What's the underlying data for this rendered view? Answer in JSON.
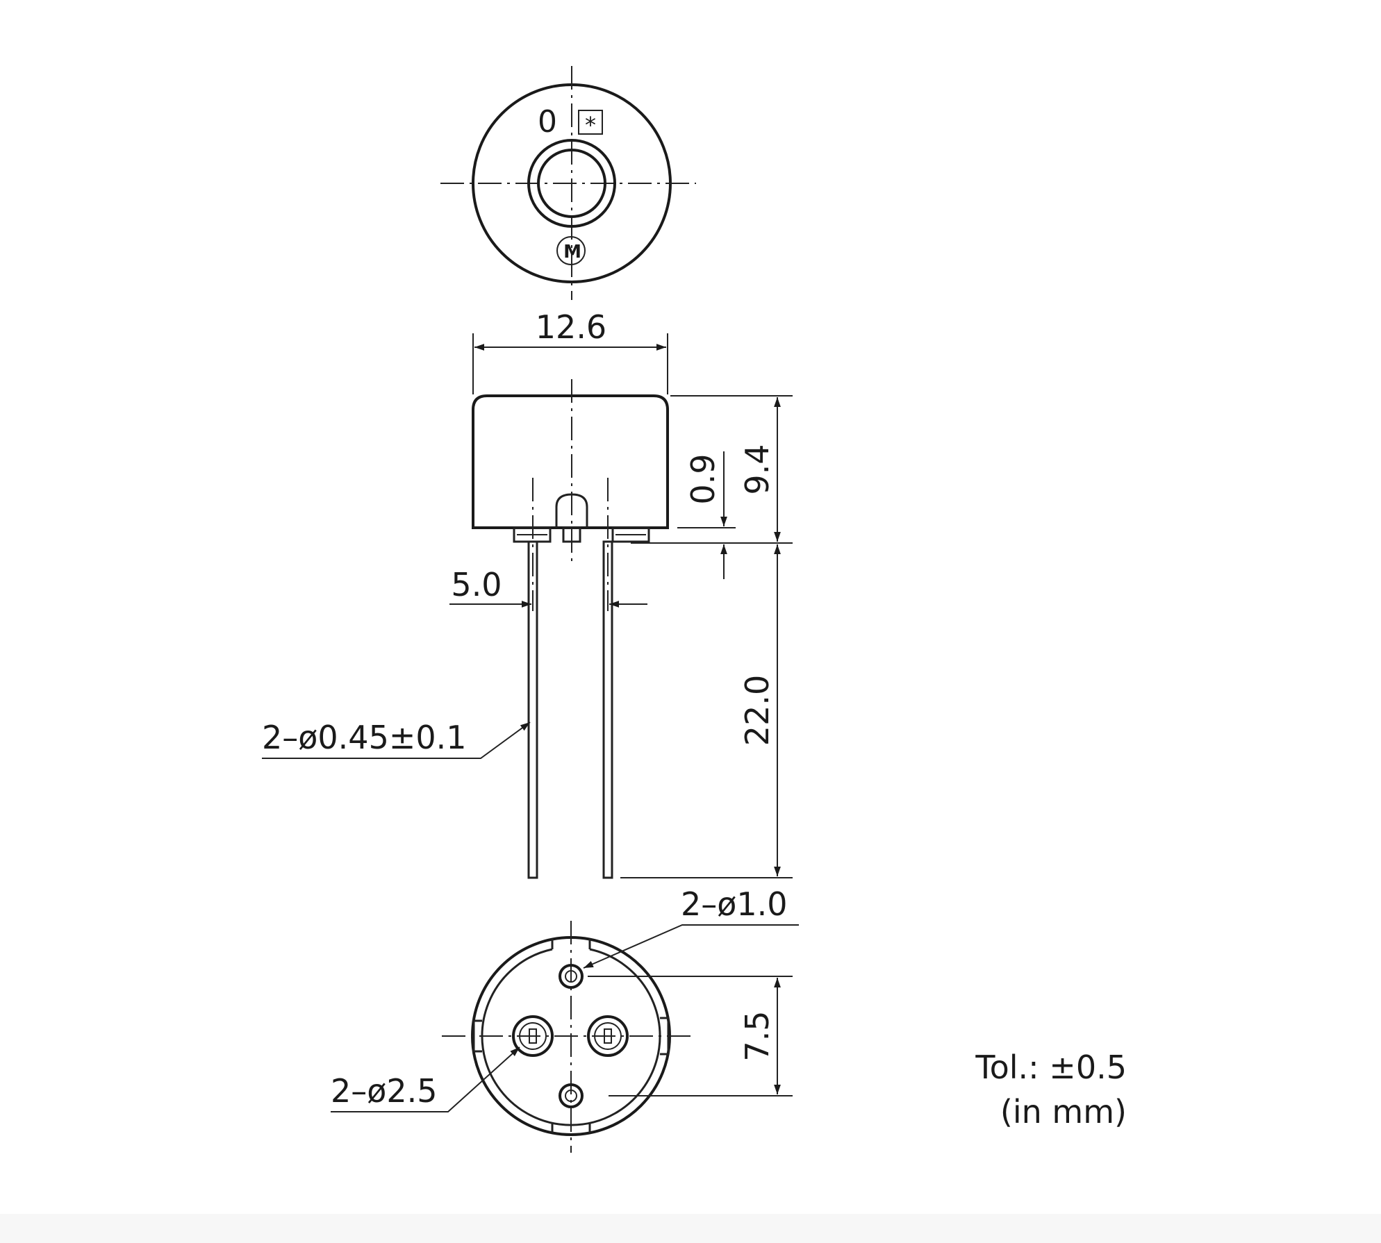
{
  "top_view": {
    "marking_digit": "0",
    "marking_symbol": "*",
    "logo_letter": "M"
  },
  "dimensions": {
    "body_diameter": "12.6",
    "body_height": "9.4",
    "standoff": "0.9",
    "lead_length": "22.0",
    "lead_spacing": "5.0",
    "lead_diameter": "2–ø0.45±0.1",
    "hole_diameter": "2–ø1.0",
    "hole_spacing": "7.5",
    "pad_diameter": "2–ø2.5"
  },
  "notes": {
    "tolerance": "Tol.: ±0.5",
    "units": "(in mm)"
  }
}
